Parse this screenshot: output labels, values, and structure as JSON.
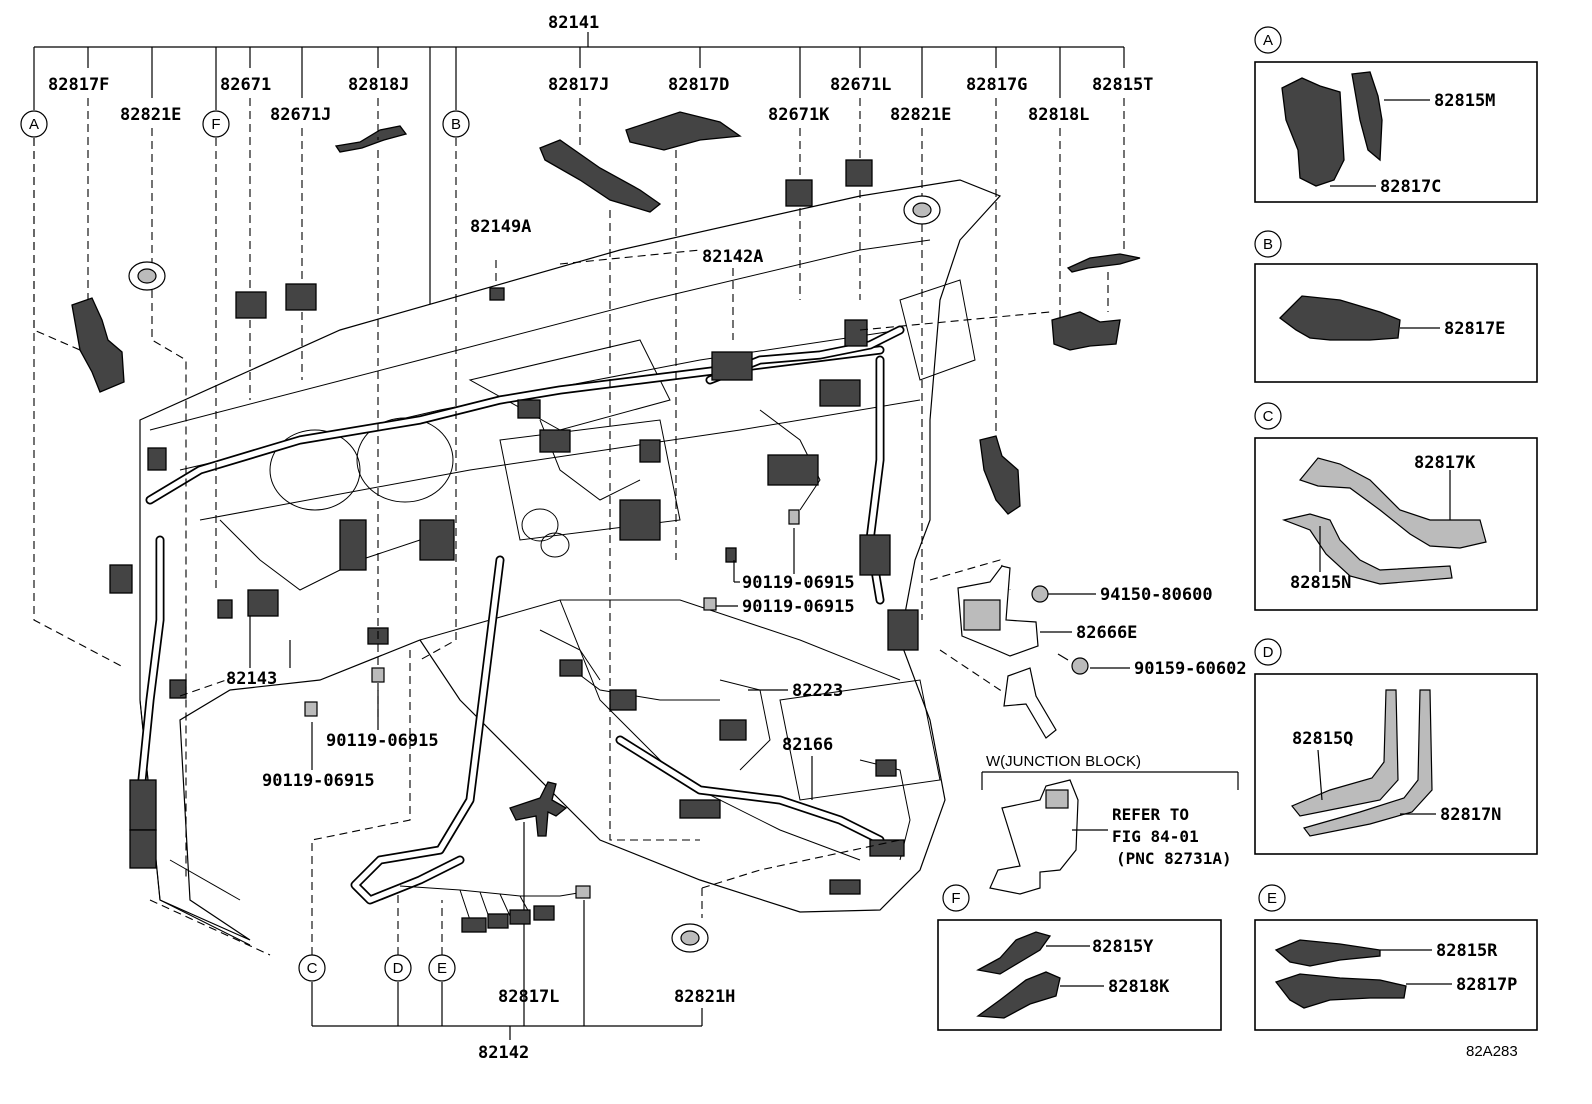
{
  "diagram": {
    "top_group": "82141",
    "bottom_group": "82142",
    "figure_id": "82A283",
    "parts_top": {
      "p82817F": "82817F",
      "p82821E_left": "82821E",
      "p82671": "82671",
      "p82671J": "82671J",
      "p82818J": "82818J",
      "p82817J": "82817J",
      "p82817D": "82817D",
      "p82671K": "82671K",
      "p82671L": "82671L",
      "p82821E_right": "82821E",
      "p82817G": "82817G",
      "p82815T": "82815T",
      "p82818L": "82818L"
    },
    "parts_mid": {
      "p82149A": "82149A",
      "p82142A": "82142A",
      "p82143": "82143",
      "p82223": "82223",
      "p82166": "82166",
      "p82666E": "82666E",
      "p94150": "94150-80600",
      "p90159": "90159-60602",
      "p90119_a": "90119-06915",
      "p90119_b": "90119-06915",
      "p90119_c": "90119-06915",
      "p90119_d": "90119-06915",
      "p82817L": "82817L",
      "p82821H": "82821H"
    },
    "callouts": [
      "A",
      "B",
      "C",
      "D",
      "E",
      "F"
    ],
    "junction": {
      "title": "W(JUNCTION BLOCK)",
      "refer1": "REFER TO",
      "refer2": "FIG 84-01",
      "refer3": "(PNC 82731A)"
    },
    "details": {
      "A": {
        "label": "A",
        "parts": [
          "82815M",
          "82817C"
        ]
      },
      "B": {
        "label": "B",
        "parts": [
          "82817E"
        ]
      },
      "C": {
        "label": "C",
        "parts": [
          "82817K",
          "82815N"
        ]
      },
      "D": {
        "label": "D",
        "parts": [
          "82815Q",
          "82817N"
        ]
      },
      "E": {
        "label": "E",
        "parts": [
          "82815R",
          "82817P"
        ]
      },
      "F": {
        "label": "F",
        "parts": [
          "82815Y",
          "82818K"
        ]
      }
    }
  }
}
